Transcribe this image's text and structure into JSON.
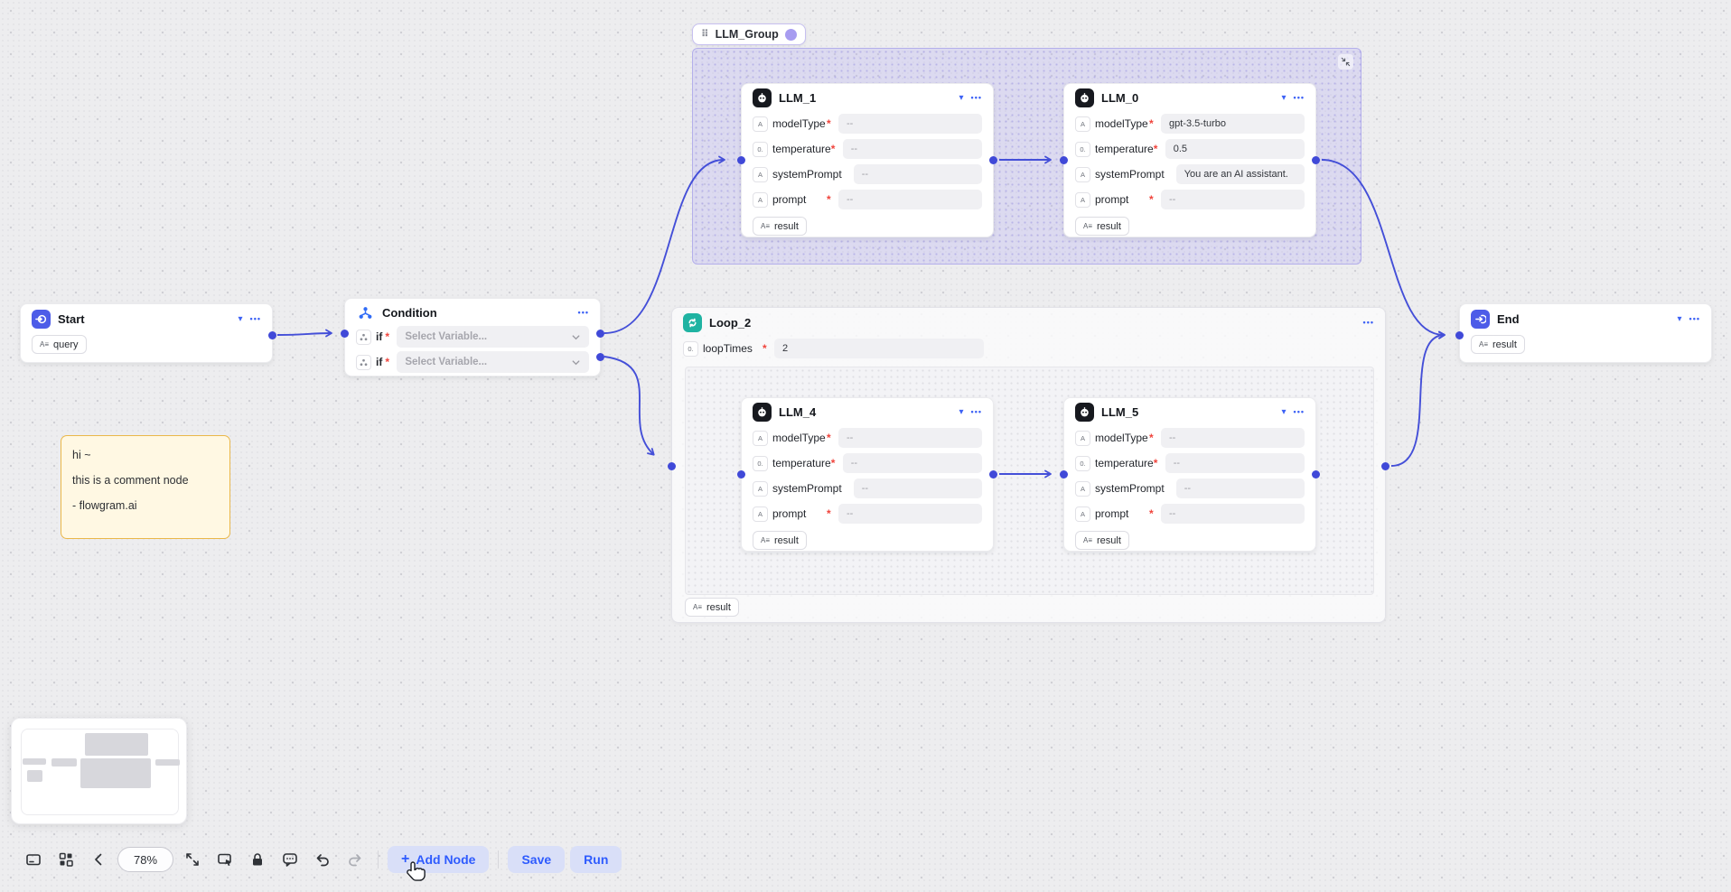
{
  "group": {
    "label": "LLM_Group",
    "color": "#a79cf0"
  },
  "nodes": {
    "start": {
      "title": "Start",
      "badge": "query"
    },
    "condition": {
      "title": "Condition",
      "rows": [
        {
          "label": "if",
          "req": "*",
          "placeholder": "Select Variable..."
        },
        {
          "label": "if",
          "req": "*",
          "placeholder": "Select Variable..."
        }
      ]
    },
    "llm1": {
      "title": "LLM_1",
      "result": "result",
      "params": [
        {
          "label": "modelType",
          "req": "*",
          "value": "--"
        },
        {
          "label": "temperature",
          "req": "*",
          "value": "--"
        },
        {
          "label": "systemPrompt",
          "req": "",
          "value": "--"
        },
        {
          "label": "prompt",
          "req": "*",
          "value": "--"
        }
      ]
    },
    "llm0": {
      "title": "LLM_0",
      "result": "result",
      "params": [
        {
          "label": "modelType",
          "req": "*",
          "value": "gpt-3.5-turbo"
        },
        {
          "label": "temperature",
          "req": "*",
          "value": "0.5"
        },
        {
          "label": "systemPrompt",
          "req": "",
          "value": "You are an AI assistant."
        },
        {
          "label": "prompt",
          "req": "*",
          "value": "--"
        }
      ]
    },
    "loop": {
      "title": "Loop_2",
      "param": {
        "label": "loopTimes",
        "req": "*",
        "value": "2"
      },
      "result": "result"
    },
    "llm4": {
      "title": "LLM_4",
      "result": "result",
      "params": [
        {
          "label": "modelType",
          "req": "*",
          "value": "--"
        },
        {
          "label": "temperature",
          "req": "*",
          "value": "--"
        },
        {
          "label": "systemPrompt",
          "req": "",
          "value": "--"
        },
        {
          "label": "prompt",
          "req": "*",
          "value": "--"
        }
      ]
    },
    "llm5": {
      "title": "LLM_5",
      "result": "result",
      "params": [
        {
          "label": "modelType",
          "req": "*",
          "value": "--"
        },
        {
          "label": "temperature",
          "req": "*",
          "value": "--"
        },
        {
          "label": "systemPrompt",
          "req": "",
          "value": "--"
        },
        {
          "label": "prompt",
          "req": "*",
          "value": "--"
        }
      ]
    },
    "end": {
      "title": "End",
      "badge": "result"
    },
    "comment": {
      "line1": "hi ~",
      "line2": "this is a comment node",
      "line3": "- flowgram.ai"
    }
  },
  "toolbar": {
    "zoom": "78%",
    "add_node": "Add Node",
    "save": "Save",
    "run": "Run"
  },
  "icons": {
    "caret": "▾",
    "menu": "•••",
    "drag_handle": "⠿",
    "var_tag": "A≡",
    "type_string": "A",
    "type_number": "0.",
    "plus": "+"
  },
  "colors": {
    "wire": "#444fd8",
    "accent_blue": "#2e5bfe",
    "loop_teal": "#1fb3a2",
    "comment_border": "#eab749"
  }
}
